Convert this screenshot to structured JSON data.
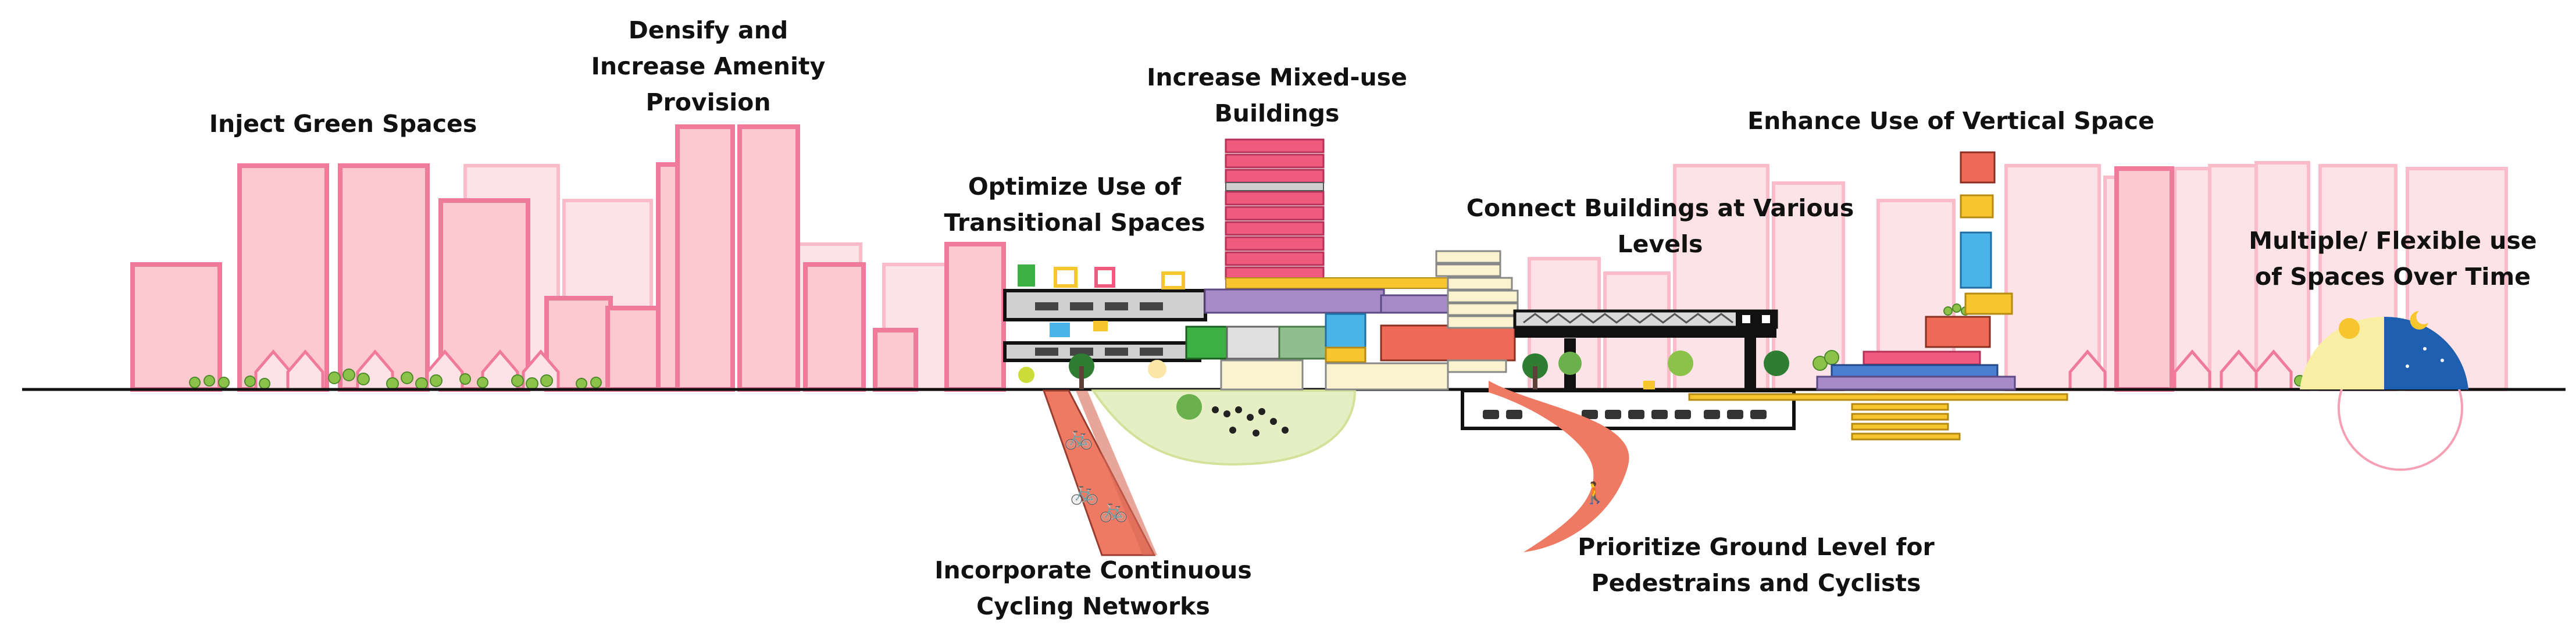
{
  "labels": {
    "inject_green": "Inject Green Spaces",
    "densify_1": "Densify and",
    "densify_2": "Increase Amenity",
    "densify_3": "Provision",
    "mixed_use_1": "Increase Mixed-use",
    "mixed_use_2": "Buildings",
    "transitional_1": "Optimize Use of",
    "transitional_2": "Transitional Spaces",
    "connect_1": "Connect Buildings at Various",
    "connect_2": "Levels",
    "vertical": "Enhance Use of Vertical Space",
    "flexible_1": "Multiple/ Flexible use",
    "flexible_2": "of Spaces Over Time",
    "cycling_1": "Incorporate Continuous",
    "cycling_2": "Cycling Networks",
    "ground_1": "Prioritize Ground Level for",
    "ground_2": "Pedestrains and Cyclists"
  },
  "colors": {
    "building_fill": "#fcc9cf",
    "building_stroke": "#f07a9a",
    "faded_fill": "#fde3e7",
    "faded_stroke": "#f9bcc8",
    "ground_line": "#111111",
    "tree": "#6ab04c",
    "tree_dark": "#2e7d32",
    "path_salmon": "#ee7a64",
    "plaza_green": "#e5efc3",
    "pink_stack": "#f05a7e",
    "purple": "#a68bc8",
    "yellow": "#f7c62f",
    "cream": "#fbf3d0",
    "blue": "#4ab3e8",
    "red_orange": "#ee6a57",
    "dark": "#333333",
    "night_blue": "#1e5fb0",
    "day_yellow": "#f9efa4"
  }
}
